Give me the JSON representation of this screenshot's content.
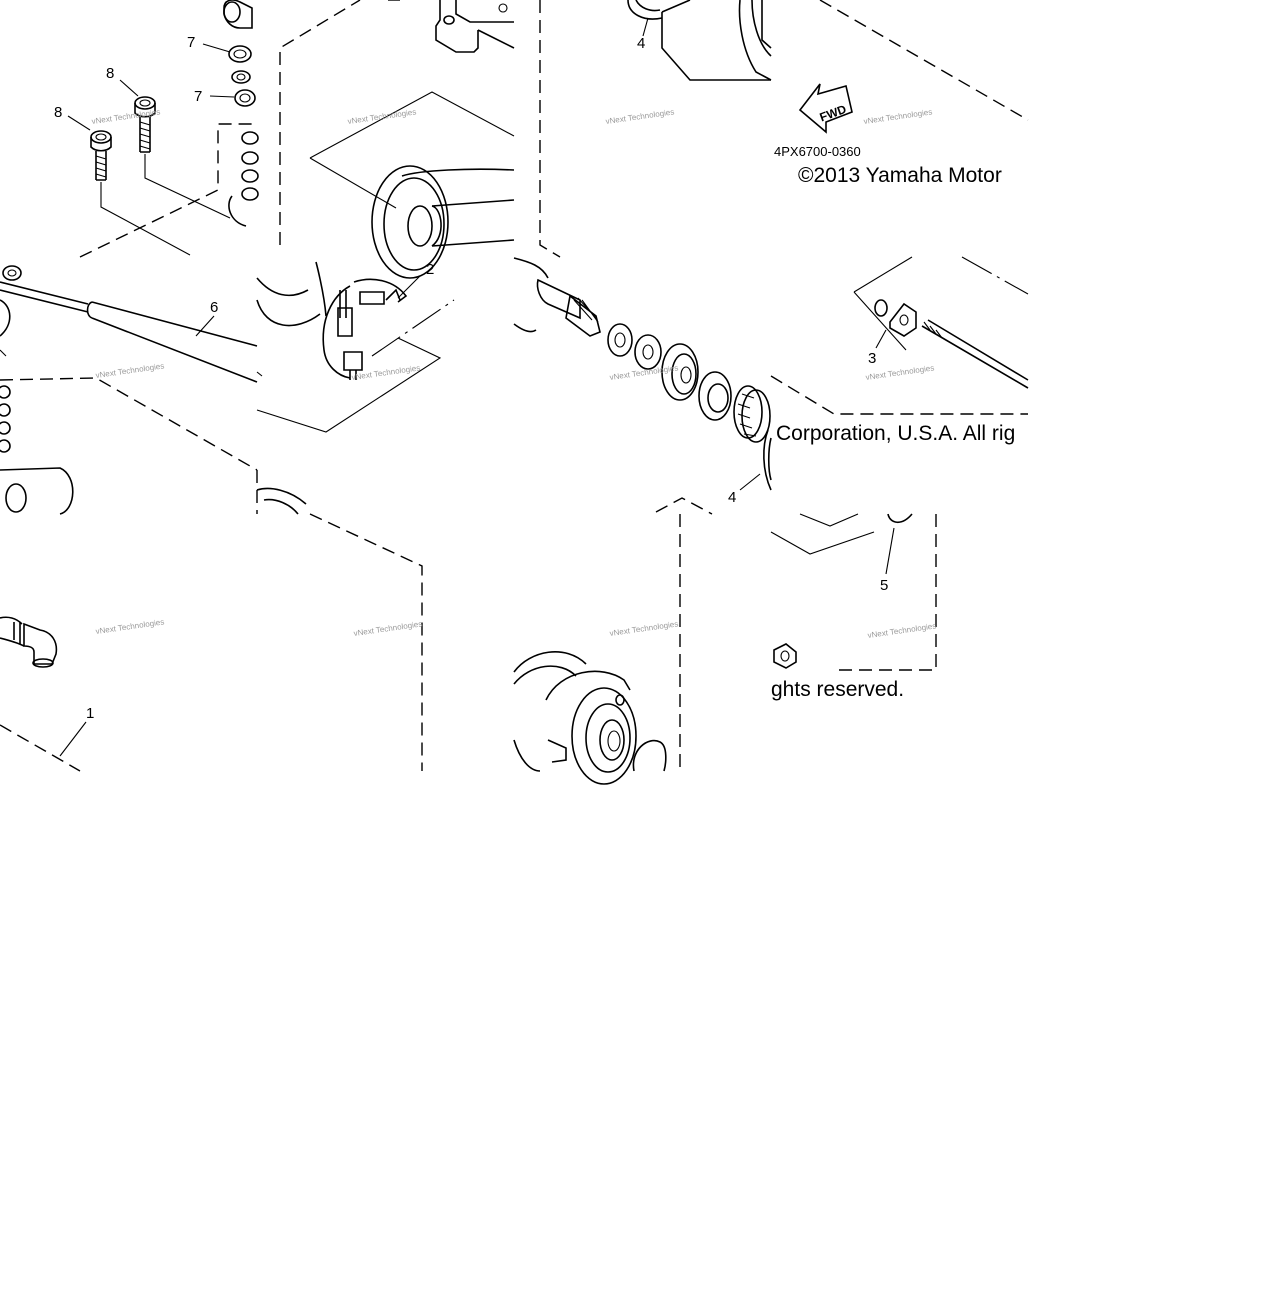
{
  "diagram": {
    "part_number": "4PX6700-0360",
    "copyright_line_1": "©2013 Yamaha Motor",
    "copyright_line_2": "Corporation, U.S.A. All rig",
    "copyright_line_3": "ghts reserved.",
    "fwd_label": "FWD",
    "watermark_text": "vNext Technologies",
    "callouts": [
      {
        "id": "c-7a",
        "label": "7"
      },
      {
        "id": "c-7b",
        "label": "7"
      },
      {
        "id": "c-8a",
        "label": "8"
      },
      {
        "id": "c-8b",
        "label": "8"
      },
      {
        "id": "c-4a",
        "label": "4"
      },
      {
        "id": "c-4b",
        "label": "4"
      },
      {
        "id": "c-2",
        "label": "2"
      },
      {
        "id": "c-6",
        "label": "6"
      },
      {
        "id": "c-3",
        "label": "3"
      },
      {
        "id": "c-5",
        "label": "5"
      },
      {
        "id": "c-1",
        "label": "1"
      }
    ]
  },
  "colors": {
    "line": "#000000",
    "background": "#ffffff",
    "watermark": "#9a9a9a"
  }
}
